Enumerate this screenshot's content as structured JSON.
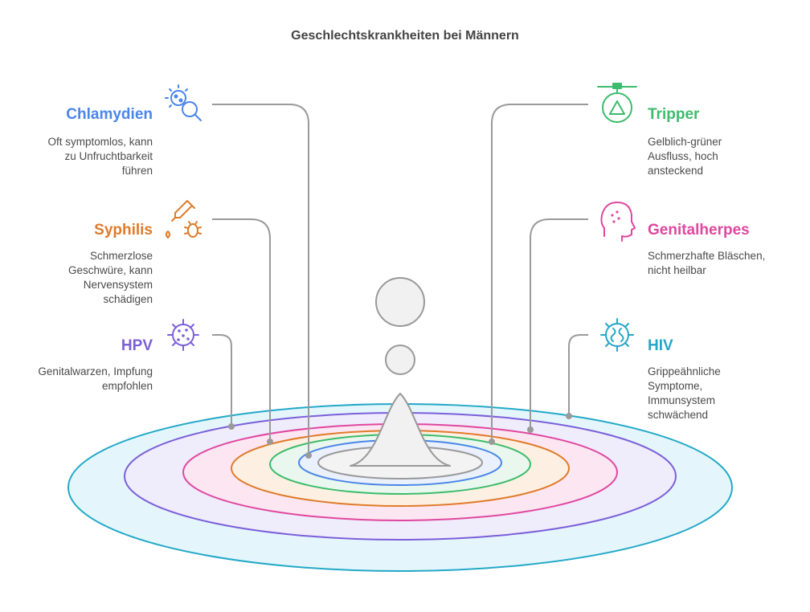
{
  "title": "Geschlechtskrankheiten bei Männern",
  "items": [
    {
      "label": "Chlamydien",
      "color": "#4a86e8",
      "icon": "bacteria-magnifier-icon",
      "desc": [
        "Oft symptomlos, kann",
        "zu Unfruchtbarkeit",
        "führen"
      ]
    },
    {
      "label": "Syphilis",
      "color": "#e07b2a",
      "icon": "pipette-bug-icon",
      "desc": [
        "Schmerzlose",
        "Geschwüre, kann",
        "Nervensystem",
        "schädigen"
      ]
    },
    {
      "label": "HPV",
      "color": "#7b5fd9",
      "icon": "virus-icon",
      "desc": [
        "Genitalwarzen, Impfung",
        "empfohlen"
      ]
    },
    {
      "label": "Tripper",
      "color": "#3cbc6c",
      "icon": "flask-icon",
      "desc": [
        "Gelblich-grüner",
        "Ausfluss, hoch",
        "ansteckend"
      ]
    },
    {
      "label": "Genitalherpes",
      "color": "#e0479e",
      "icon": "face-rash-icon",
      "desc": [
        "Schmerzhafte Bläschen,",
        "nicht heilbar"
      ]
    },
    {
      "label": "HIV",
      "color": "#23a8c8",
      "icon": "hiv-virus-icon",
      "desc": [
        "Grippeähnliche",
        "Symptome,",
        "Immunsystem",
        "schwächend"
      ]
    }
  ]
}
